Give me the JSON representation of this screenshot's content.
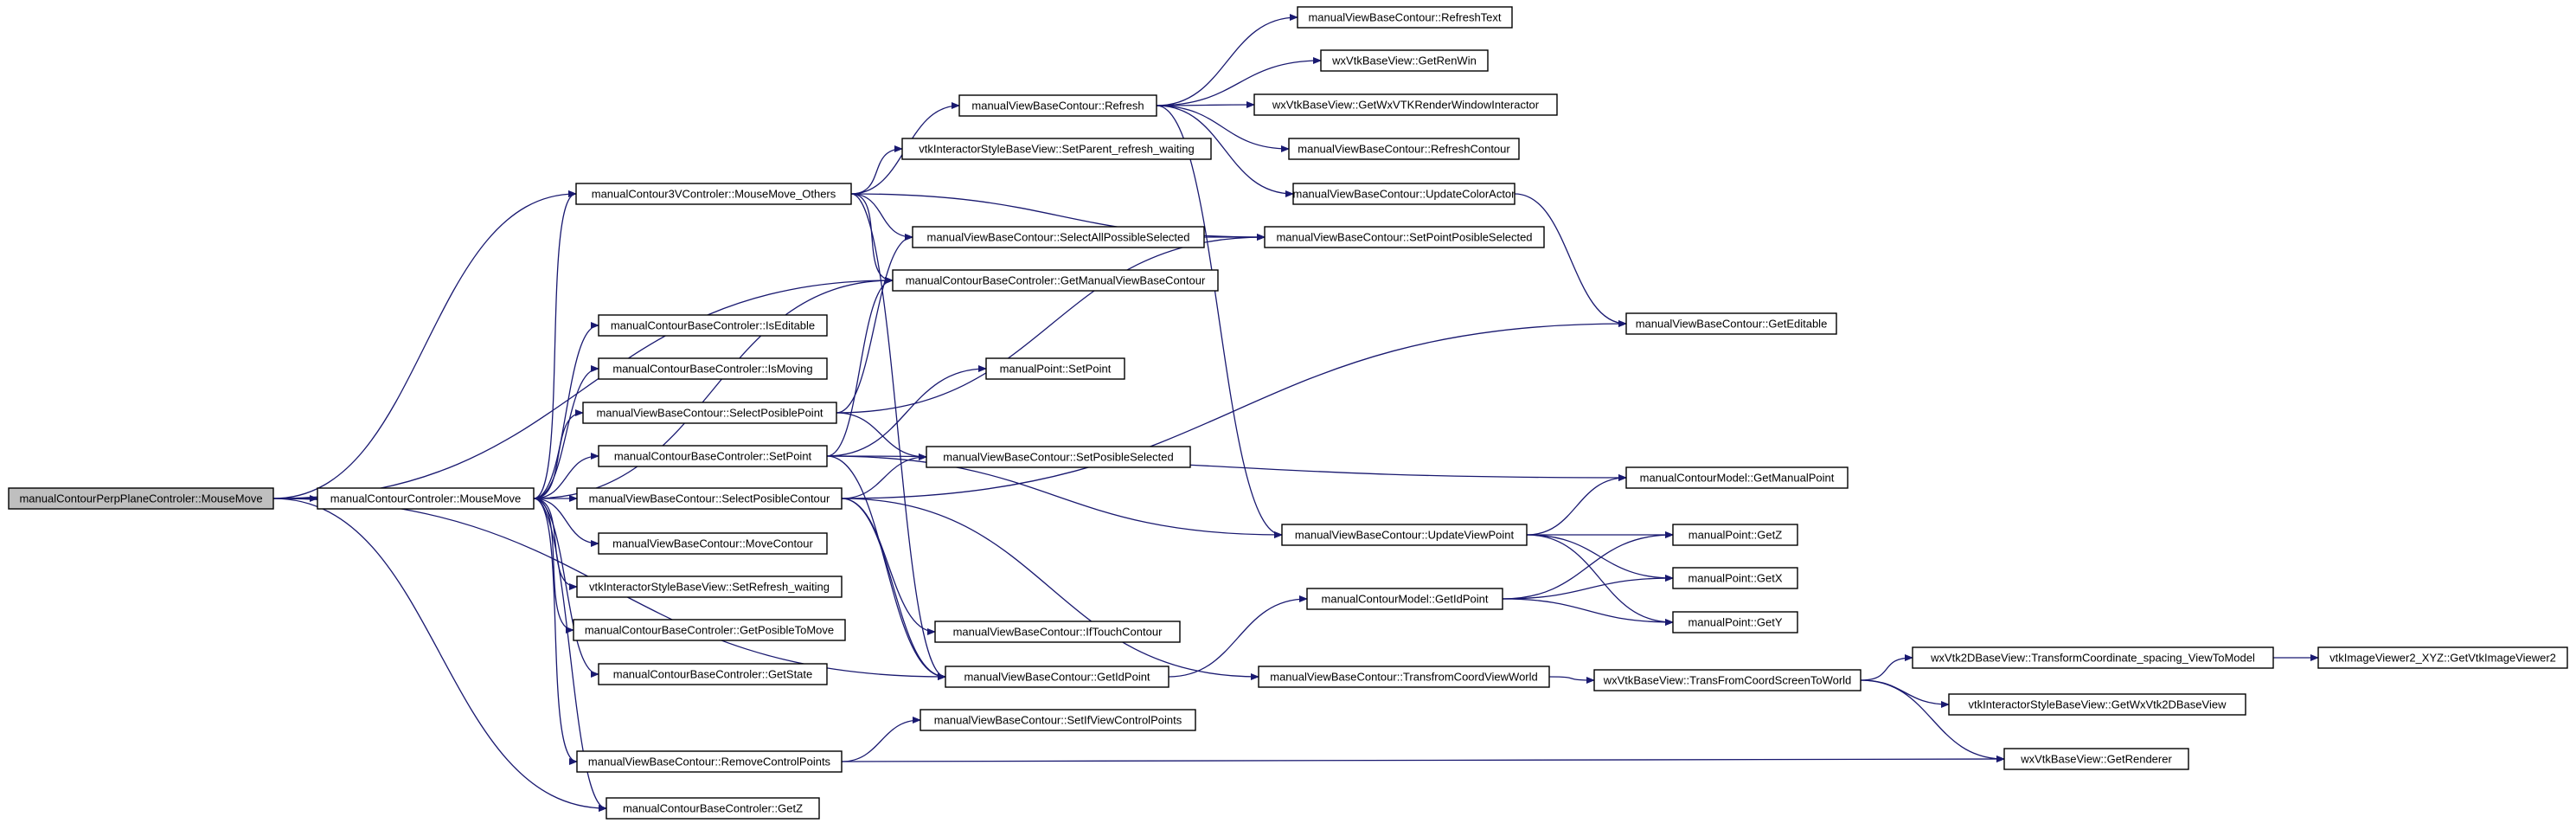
{
  "nodes": {
    "n_root": "manualContourPerpPlaneControler::MouseMove",
    "n_mm": "manualContourControler::MouseMove",
    "n_mmo": "manualContour3VControler::MouseMove_Others",
    "n_refresh": "manualViewBaseContour::Refresh",
    "n_setparent": "vtkInteractorStyleBaseView::SetParent_refresh_waiting",
    "n_selall": "manualViewBaseContour::SelectAllPossibleSelected",
    "n_getmvbc": "manualContourBaseControler::GetManualViewBaseContour",
    "n_iseditable": "manualContourBaseControler::IsEditable",
    "n_ismoving": "manualContourBaseControler::IsMoving",
    "n_selpospoint": "manualViewBaseContour::SelectPosiblePoint",
    "n_setpoint": "manualContourBaseControler::SetPoint",
    "n_selposcontour": "manualViewBaseContour::SelectPosibleContour",
    "n_movecontour": "manualViewBaseContour::MoveContour",
    "n_setrefresh": "vtkInteractorStyleBaseView::SetRefresh_waiting",
    "n_getposmove": "manualContourBaseControler::GetPosibleToMove",
    "n_getstate": "manualContourBaseControler::GetState",
    "n_removecp": "manualViewBaseContour::RemoveControlPoints",
    "n_getz_base": "manualContourBaseControler::GetZ",
    "n_refreshtext": "manualViewBaseContour::RefreshText",
    "n_getrenwin": "wxVtkBaseView::GetRenWin",
    "n_getwxrwi": "wxVtkBaseView::GetWxVTKRenderWindowInteractor",
    "n_refreshcontour": "manualViewBaseContour::RefreshContour",
    "n_updcolor": "manualViewBaseContour::UpdateColorActor",
    "n_setpointpossel": "manualViewBaseContour::SetPointPosibleSelected",
    "n_mp_setpoint": "manualPoint::SetPoint",
    "n_setpossel": "manualViewBaseContour::SetPosibleSelected",
    "n_iftouch": "manualViewBaseContour::IfTouchContour",
    "n_getidpoint_v": "manualViewBaseContour::GetIdPoint",
    "n_setifview": "manualViewBaseContour::SetIfViewControlPoints",
    "n_updviewpoint": "manualViewBaseContour::UpdateViewPoint",
    "n_model_getidpoint": "manualContourModel::GetIdPoint",
    "n_transcoord": "manualViewBaseContour::TransfromCoordViewWorld",
    "n_geteditable": "manualViewBaseContour::GetEditable",
    "n_getmanualpoint": "manualContourModel::GetManualPoint",
    "n_mp_getz": "manualPoint::GetZ",
    "n_mp_getx": "manualPoint::GetX",
    "n_mp_gety": "manualPoint::GetY",
    "n_wxtrans": "wxVtkBaseView::TransFromCoordScreenToWorld",
    "n_wx2dtrans": "wxVtk2DBaseView::TransformCoordinate_spacing_ViewToModel",
    "n_getwx2d": "vtkInteractorStyleBaseView::GetWxVtk2DBaseView",
    "n_getrenderer": "wxVtkBaseView::GetRenderer",
    "n_getimgviewer": "vtkImageViewer2_XYZ::GetVtkImageViewer2"
  }
}
